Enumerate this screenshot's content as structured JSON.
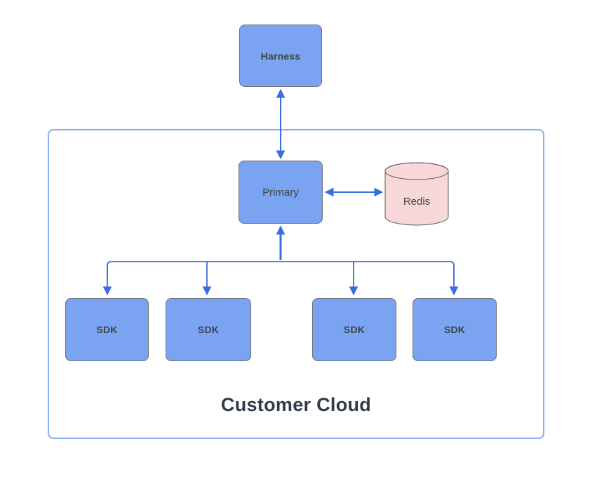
{
  "diagram": {
    "nodes": {
      "harness": {
        "label": "Harness"
      },
      "primary": {
        "label": "Primary"
      },
      "redis": {
        "label": "Redis"
      },
      "sdk1": {
        "label": "SDK"
      },
      "sdk2": {
        "label": "SDK"
      },
      "sdk3": {
        "label": "SDK"
      },
      "sdk4": {
        "label": "SDK"
      }
    },
    "container": {
      "label": "Customer Cloud"
    },
    "colors": {
      "node_fill": "#7aa4f2",
      "node_border": "#6f6f6f",
      "node_text": "#3f4245",
      "redis_fill": "#f8d7d9",
      "redis_border": "#5c5c5c",
      "container_border": "#86adf4",
      "connector": "#3a6de0",
      "title_text": "#32394a"
    }
  }
}
